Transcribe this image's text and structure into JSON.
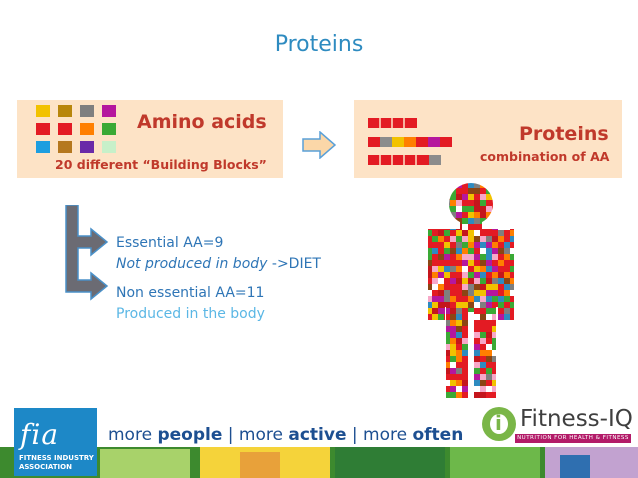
{
  "slide": {
    "title": "Proteins"
  },
  "amino_box": {
    "title": "Amino acids",
    "subtitle": "20 different “Building Blocks”",
    "squares": [
      {
        "color": "#f2c200"
      },
      {
        "color": "#b8860b"
      },
      {
        "color": "#7f7f7f"
      },
      {
        "color": "#b5179e"
      },
      {
        "color": "#e31b23"
      },
      {
        "color": "#e31b23"
      },
      {
        "color": "#ff7f00"
      },
      {
        "color": "#3aa935"
      },
      {
        "color": "#1d9ee0"
      },
      {
        "color": "#b5781f"
      },
      {
        "color": "#6a2aa8"
      },
      {
        "color": "#c7f0c9"
      }
    ]
  },
  "protein_box": {
    "title": "Proteins",
    "subtitle": "combination of AA"
  },
  "list": {
    "essential_title": "Essential AA=9",
    "essential_note": "Not produced in body ",
    "essential_note_suffix": "->DIET",
    "nonessential_title": "Non essential AA=11",
    "nonessential_note": "Produced in the body"
  },
  "footer": {
    "fia_mark": "fia",
    "fia_name_line1": "FITNESS INDUSTRY",
    "fia_name_line2": "ASSOCIATION",
    "tagline_1a": "more ",
    "tagline_1b": "people",
    "tagline_2a": "more ",
    "tagline_2b": "active",
    "tagline_3a": "more ",
    "tagline_3b": "often",
    "separator": "|",
    "fiq_name": "Fitness-IQ",
    "fiq_strap": "NUTRITION FOR HEALTH & FITNESS"
  },
  "colors": {
    "title": "#2e8bc0",
    "box_fill": "#fde3c6",
    "box_text": "#c0392b",
    "bracket": "#6b6b73",
    "fia_blue": "#1d88c7",
    "fiq_green": "#7ab648",
    "fiq_magenta": "#b31b69"
  }
}
